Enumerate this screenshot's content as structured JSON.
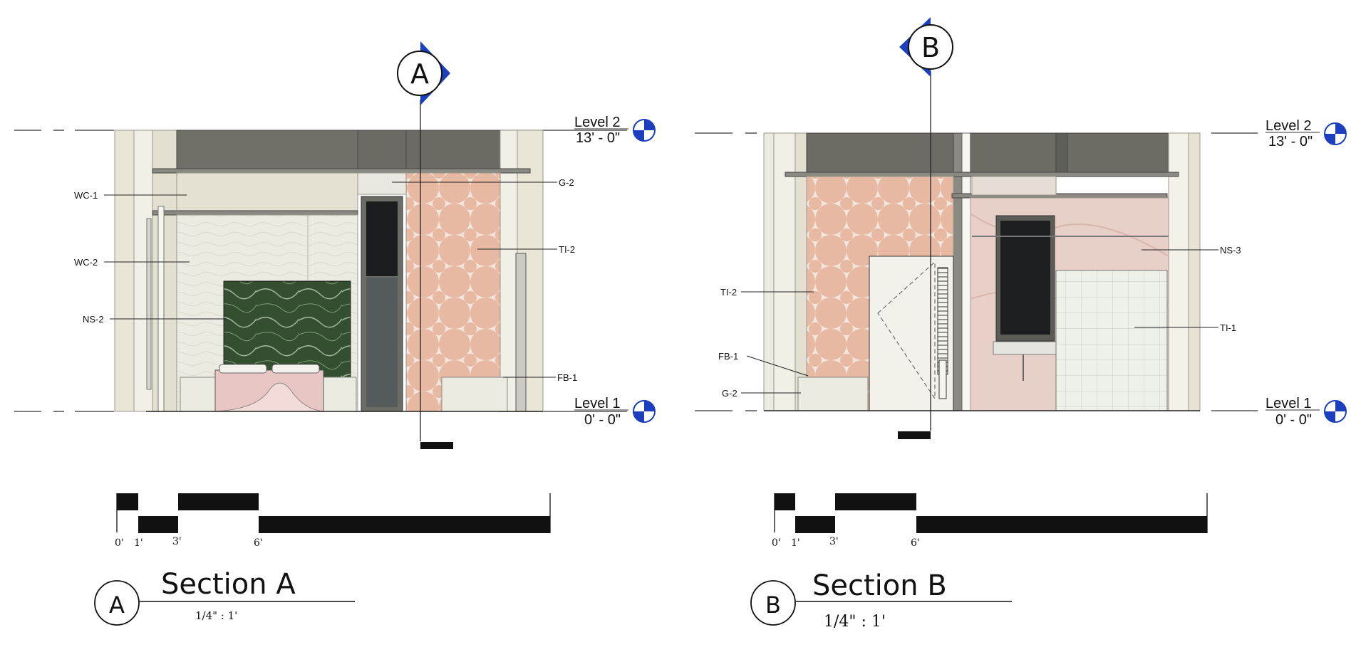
{
  "colors": {
    "marker_blue": "#1b3fbf",
    "wall_cream": "#e9e6d8",
    "ceiling_dark": "#6b6b63",
    "tile_pink": "#e7b9a3",
    "marble_green": "#3e5a36",
    "stone_pink": "#e8cfc8",
    "frame_grey": "#8b8a82"
  },
  "section_a": {
    "marker_letter": "A",
    "level_top_name": "Level 2",
    "level_top_elev": "13' - 0\"",
    "level_bottom_name": "Level 1",
    "level_bottom_elev": "0' - 0\"",
    "callouts": [
      "WC-1",
      "WC-2",
      "NS-2",
      "G-2",
      "TI-2",
      "FB-1"
    ],
    "scale_ticks": [
      "0'",
      "1'",
      "3'",
      "6'"
    ],
    "title_letter": "A",
    "title": "Section A",
    "scale_text": "1/4\" : 1'"
  },
  "section_b": {
    "marker_letter": "B",
    "level_top_name": "Level 2",
    "level_top_elev": "13' - 0\"",
    "level_bottom_name": "Level 1",
    "level_bottom_elev": "0' - 0\"",
    "callouts": [
      "TI-2",
      "FB-1",
      "G-2",
      "NS-3",
      "TI-1"
    ],
    "scale_ticks": [
      "0'",
      "1'",
      "3'",
      "6'"
    ],
    "title_letter": "B",
    "title": "Section B",
    "scale_text": "1/4\" : 1'"
  }
}
